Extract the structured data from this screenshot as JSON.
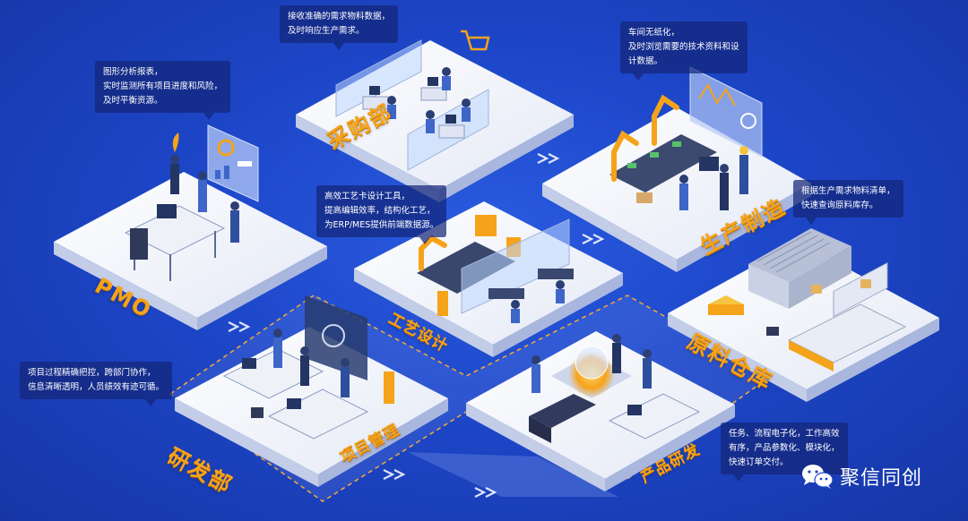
{
  "callouts": {
    "procurement": [
      "接收准确的需求物料数据，",
      "及时响应生产需求。"
    ],
    "pmo": [
      "图形分析报表，",
      "实时监测所有项目进度和风险，",
      "及时平衡资源。"
    ],
    "production": [
      "车间无纸化，",
      "及时浏览需要的技术资料和设",
      "计数据。"
    ],
    "process": [
      "高效工艺卡设计工具，",
      "提高编辑效率，结构化工艺，",
      "为ERP/MES提供前端数据源。"
    ],
    "warehouse": [
      "根据生产需求物料清单，",
      "快速查询原料库存。"
    ],
    "project": [
      "项目过程精确把控，跨部门协作，",
      "信息清晰透明，人员绩效有迹可循。"
    ],
    "product": [
      "任务、流程电子化，工作高效",
      "有序，产品参数化、模块化，",
      "快速订单交付。"
    ]
  },
  "zones": {
    "procurement": "采购部",
    "pmo": "PMO",
    "production": "生产制造",
    "process": "工艺设计",
    "warehouse": "原料仓库",
    "rd": "研发部",
    "project": "项目管理",
    "product": "产品研发"
  },
  "brand": {
    "name": "聚信同创",
    "icon": "wechat-icon"
  },
  "colors": {
    "background": "#1d46c8",
    "platform_top": "#f2f5fb",
    "platform_side": "#c7d1ea",
    "accent_orange": "#f5a31a",
    "callout_bg": "#14267a"
  }
}
